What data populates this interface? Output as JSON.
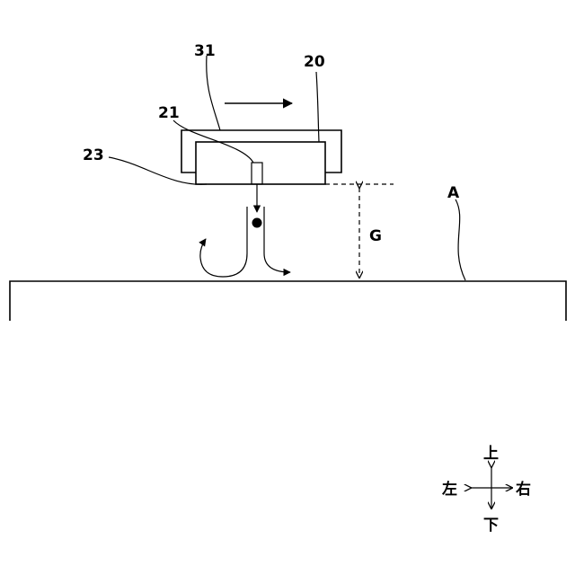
{
  "labels": {
    "frame": "31",
    "head": "20",
    "nozzle": "21",
    "bottom_surface": "23",
    "target": "A",
    "gap": "G"
  },
  "directions": {
    "up": "上",
    "down": "下",
    "left": "左",
    "right": "右"
  }
}
